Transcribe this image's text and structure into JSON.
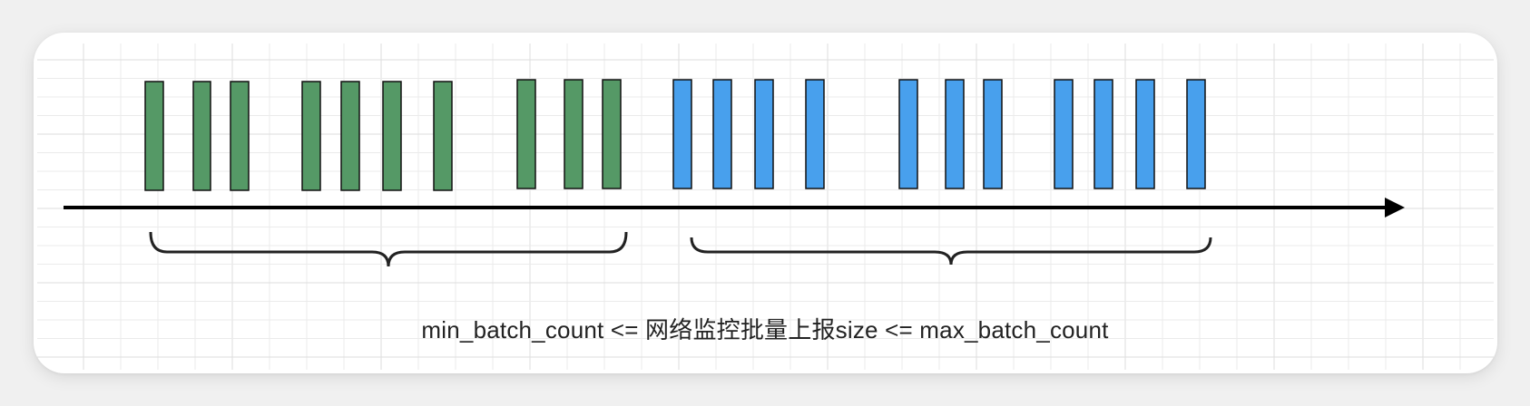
{
  "caption": "min_batch_count <= 网络监控批量上报size <= max_batch_count",
  "colors": {
    "green_bar": "#559966",
    "blue_bar": "#48a0ed",
    "bar_stroke": "#111111",
    "axis": "#000000",
    "brace": "#222222",
    "grid": "#ebebeb",
    "grid_strong": "#dddddd"
  },
  "groups": [
    {
      "name": "green-bar-group",
      "color_key": "green_bar",
      "bar_count": 10
    },
    {
      "name": "blue-bar-group",
      "color_key": "blue_bar",
      "bar_count": 11
    }
  ],
  "timeline": {
    "direction": "right",
    "arrow": "arrow-head-icon"
  }
}
